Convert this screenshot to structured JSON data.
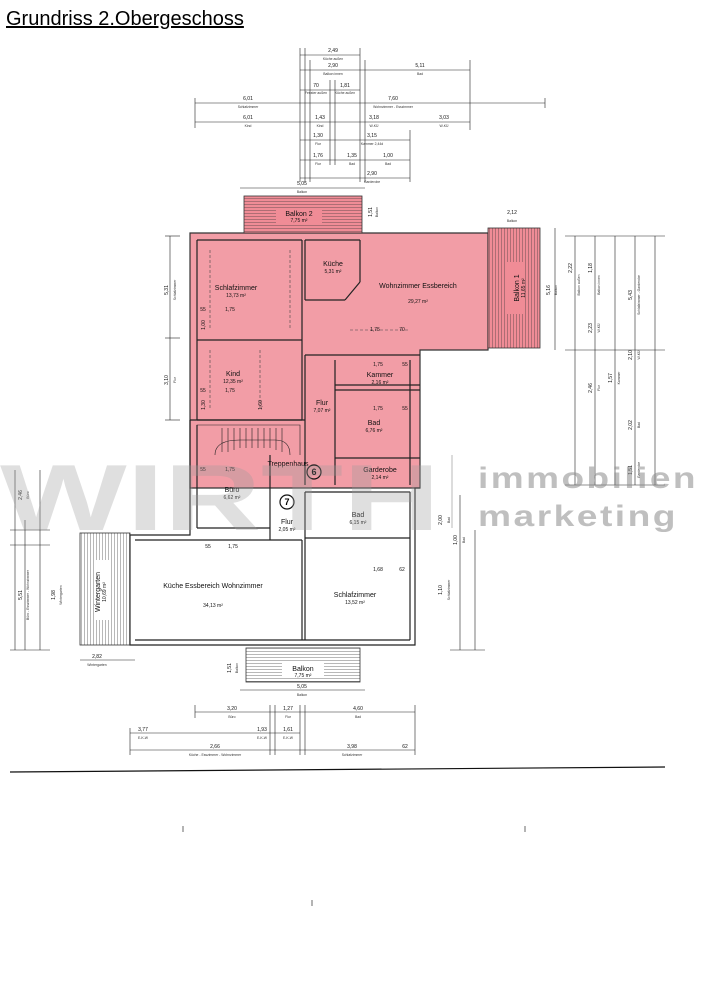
{
  "page_title": "Grundriss 2.Obergeschoss",
  "watermark": {
    "logo": "WIRTH",
    "line1": "immobilien",
    "line2": "marketing"
  },
  "colors": {
    "highlight": "#f08c96",
    "highlight_stroke": "#d23c4b",
    "line": "#222222"
  },
  "stair_markers": [
    "6",
    "7"
  ],
  "rooms": [
    {
      "label": "Balkon 2",
      "area": "7,75 m²"
    },
    {
      "label": "Küche",
      "area": "5,31 m²"
    },
    {
      "label": "Schlafzimmer",
      "area": "13,73 m²"
    },
    {
      "label": "Wohnzimmer Essbereich",
      "area": "29,27 m²"
    },
    {
      "label": "Balkon 1",
      "area": "11,65 m²"
    },
    {
      "label": "Kind",
      "area": "12,35 m²"
    },
    {
      "label": "Kammer",
      "area": "2,16 m²"
    },
    {
      "label": "Flur",
      "area": "7,07 m²"
    },
    {
      "label": "Bad",
      "area": "6,76 m²"
    },
    {
      "label": "Garderobe",
      "area": "2,14 m²"
    },
    {
      "label": "Treppenhaus",
      "area": ""
    },
    {
      "label": "Büro",
      "area": "6,62 m²"
    },
    {
      "label": "Flur",
      "area": "2,05 m²"
    },
    {
      "label": "Bad",
      "area": "6,15 m²"
    },
    {
      "label": "Wintergarten",
      "area": "10,69 m²"
    },
    {
      "label": "Küche Essbereich Wohnzimmer",
      "area": "34,13 m²"
    },
    {
      "label": "Schlafzimmer",
      "area": "13,52 m²"
    },
    {
      "label": "Balkon",
      "area": "7,75 m²"
    }
  ],
  "dimensions_top": [
    {
      "value": "2,49",
      "sub": "Küche außen"
    },
    {
      "value": "2,90",
      "sub": "Balkon innen"
    },
    {
      "value": "5,11",
      "sub": "Bad"
    },
    {
      "value": "70",
      "sub": "Fenster außen"
    },
    {
      "value": "1,81",
      "sub": "Küche außen"
    },
    {
      "value": "6,01",
      "sub": "Schlafzimmer"
    },
    {
      "value": "7,60",
      "sub": "Wohnzimmer - Esszimmer"
    },
    {
      "value": "6,01",
      "sub": "Kind"
    },
    {
      "value": "1,43",
      "sub": "Kind"
    },
    {
      "value": "3,18",
      "sub": "W-KÜ"
    },
    {
      "value": "3,03",
      "sub": "W-KÜ"
    },
    {
      "value": "1,30",
      "sub": "Flur"
    },
    {
      "value": "3,15",
      "sub": "Kammer 2,44d"
    },
    {
      "value": "1,76",
      "sub": "Flur"
    },
    {
      "value": "1,35",
      "sub": "Bad"
    },
    {
      "value": "1,00",
      "sub": "Bad"
    },
    {
      "value": "2,90",
      "sub": "Garderobe"
    },
    {
      "value": "5,05",
      "sub": "Balkon"
    },
    {
      "value": "1,51",
      "sub": "Balkon"
    },
    {
      "value": "2,12",
      "sub": "Balkon"
    }
  ],
  "dimensions_bottom": [
    {
      "value": "5,05",
      "sub": "Balkon"
    },
    {
      "value": "1,51",
      "sub": "Balkon"
    },
    {
      "value": "3,20",
      "sub": "Büro"
    },
    {
      "value": "1,27",
      "sub": "Flur"
    },
    {
      "value": "4,60",
      "sub": "Bad"
    },
    {
      "value": "3,77",
      "sub": "E-K-W"
    },
    {
      "value": "1,93",
      "sub": "E-K-W"
    },
    {
      "value": "1,61",
      "sub": "E-K-W"
    },
    {
      "value": "2,66",
      "sub": "Küche - Esszimmer - Wohnzimmer"
    },
    {
      "value": "3,98",
      "sub": "Schlafzimmer"
    },
    {
      "value": "62",
      "sub": ""
    },
    {
      "value": "2,82",
      "sub": "Wintergarten"
    }
  ],
  "dimensions_left": [
    {
      "value": "5,31",
      "sub": "Schlafzimmer"
    },
    {
      "value": "3,10",
      "sub": "Flur"
    },
    {
      "value": "2,46",
      "sub": "Büro"
    },
    {
      "value": "5,51",
      "sub": "Büro - Esszimmer - Wohnzimmer"
    },
    {
      "value": "1,98",
      "sub": "Wintergarten"
    }
  ],
  "dimensions_right": [
    {
      "value": "5,16",
      "sub": "Balkon"
    },
    {
      "value": "2,22",
      "sub": "Balkon außen"
    },
    {
      "value": "1,18",
      "sub": "Balkon innen"
    },
    {
      "value": "5,43",
      "sub": "Schlafzimmer - Garderobe"
    },
    {
      "value": "2,23",
      "sub": "W-KÜ"
    },
    {
      "value": "2,10",
      "sub": "W-KÜ"
    },
    {
      "value": "2,46",
      "sub": "Flur"
    },
    {
      "value": "1,57",
      "sub": "Kammer"
    },
    {
      "value": "2,02",
      "sub": "Bad"
    },
    {
      "value": "1,51",
      "sub": "Garderobe"
    },
    {
      "value": "2,00",
      "sub": "Bad"
    },
    {
      "value": "1,00",
      "sub": "Bad"
    },
    {
      "value": "1,10",
      "sub": "Schlafzimmer"
    }
  ],
  "inner_dimensions": [
    "55",
    "1,75",
    "1,75",
    "55",
    "1,75",
    "70",
    "1,75",
    "55",
    "1,75",
    "55",
    "55",
    "1,75",
    "55",
    "1,75",
    "1,68",
    "62",
    "1,00",
    "1,30",
    "1,60"
  ]
}
